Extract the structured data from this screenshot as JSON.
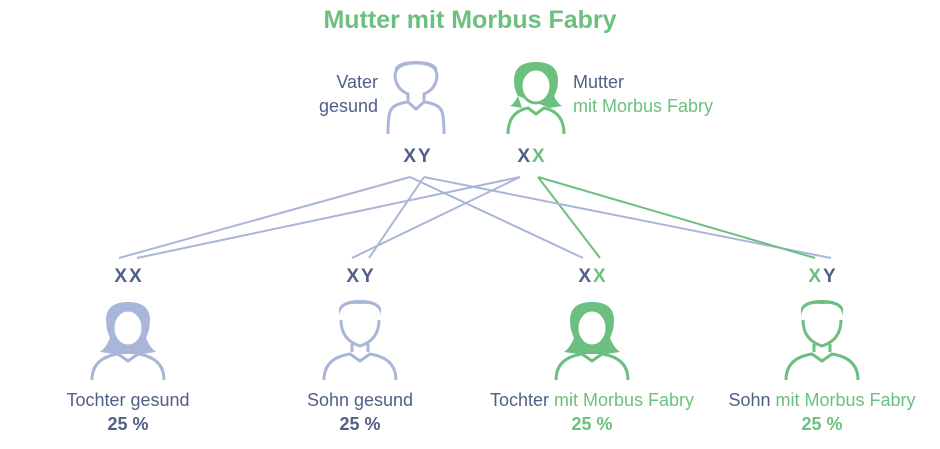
{
  "title": "Mutter mit Morbus Fabry",
  "colors": {
    "navy": "#4f5f86",
    "green": "#6cc07f",
    "light_blue": "#aab6d9"
  },
  "father": {
    "label_line1": "Vater",
    "label_line2": "gesund",
    "genotype": [
      "X",
      "Y"
    ],
    "icon": "male-person-icon"
  },
  "mother": {
    "label_line1": "Mutter",
    "label_line2": "mit Morbus Fabry",
    "genotype": [
      "X",
      "X"
    ],
    "icon": "female-person-icon"
  },
  "children": [
    {
      "genotype": [
        "X",
        "X"
      ],
      "label_prefix": "Tochter gesund",
      "label_highlight": "",
      "percent": "25 %",
      "icon": "female-person-icon",
      "affected": false
    },
    {
      "genotype": [
        "X",
        "Y"
      ],
      "label_prefix": "Sohn gesund",
      "label_highlight": "",
      "percent": "25 %",
      "icon": "male-person-icon",
      "affected": false
    },
    {
      "genotype": [
        "X",
        "X"
      ],
      "label_prefix": "Tochter ",
      "label_highlight": "mit Morbus Fabry",
      "percent": "25 %",
      "icon": "female-person-icon",
      "affected": true
    },
    {
      "genotype": [
        "X",
        "Y"
      ],
      "label_prefix": "Sohn ",
      "label_highlight": "mit Morbus Fabry",
      "percent": "25 %",
      "icon": "male-person-icon",
      "affected": true
    }
  ]
}
